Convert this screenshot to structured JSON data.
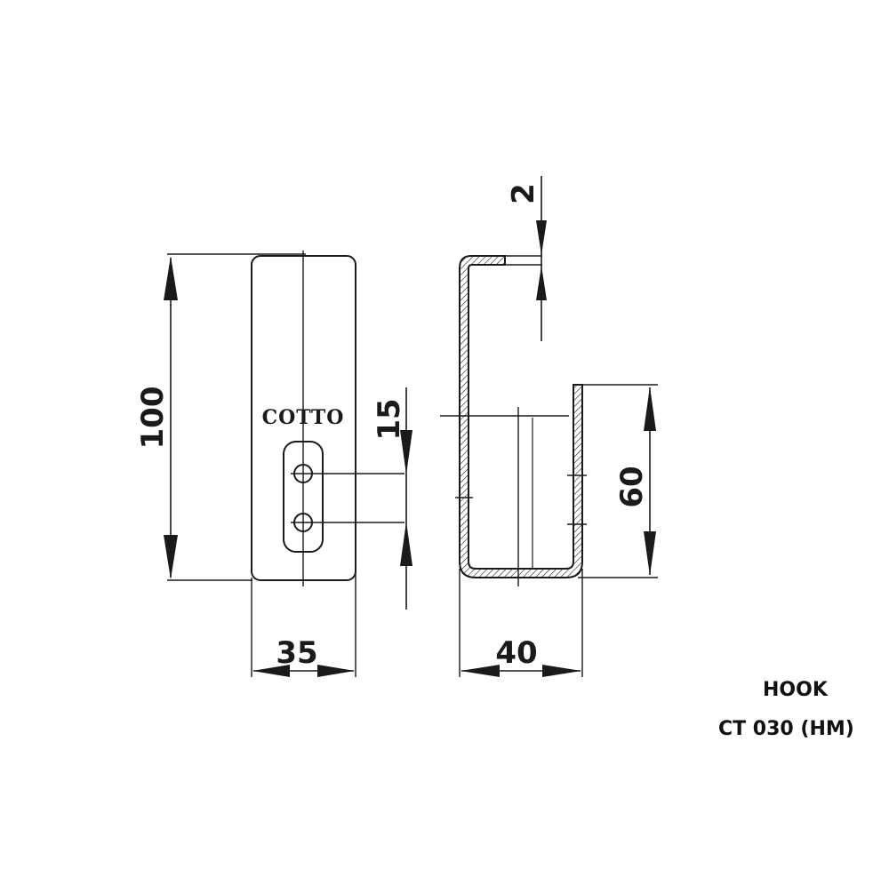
{
  "drawing": {
    "product_name": "HOOK",
    "model_code": "CT 030 (HM)",
    "brand_mark": "COTTO"
  },
  "dimensions": {
    "height": "100",
    "front_width": "35",
    "screw_spacing": "15",
    "depth": "40",
    "hook_height": "60",
    "thickness": "2"
  },
  "colors": {
    "line": "#1a1a1a",
    "background": "#ffffff"
  }
}
